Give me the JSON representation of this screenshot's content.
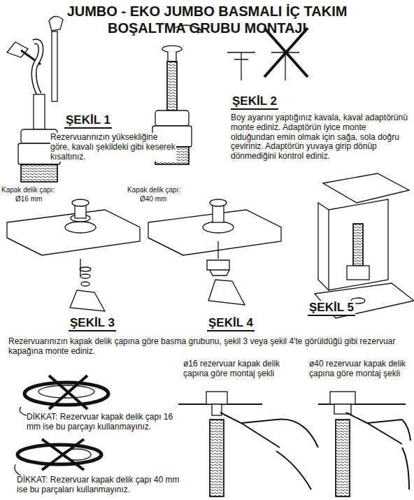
{
  "diagram": {
    "title": "JUMBO - EKO JUMBO BASMALI İÇ TAKIM BOŞALTMA GRUBU MONTAJI",
    "labels": [
      "ŞEKİL 1",
      "Rezervuarınızın yüksekliğine göre, kavalı şekildeki gibi keserek kısaltınız.",
      "ŞEKİL 2",
      "Boy ayarını yaptığınız kavala, kaval adaptörünü monte ediniz. Adaptörün iyice monte olduğundan emin olmak için sağa, sola doğru çeviriniz. Adaptörün yuvaya girip dönüp dönmediğini kontrol ediniz.",
      "Kapak delik çapı:",
      "Ø16 mm",
      "Kapak delik çapı:",
      "Ø40 mm",
      "ŞEKİL 3",
      "ŞEKİL 4",
      "ŞEKİL 5",
      "Rezervuarınızın kapak delik çapına göre basma grubunu, şekil 3 veya şekil 4'te görüldüğü gibi rezervuar kapağına monte ediniz.",
      "ø16 rezervuar kapak delik çapına göre montaj şekli",
      "ø40 rezervuar kapak delik çapına göre montaj şekli",
      "DİKKAT: Rezervuar kapak delik çapı 16 mm ise bu parçayı kullanmayınız.",
      "DİKKAT: Rezervuar kapak delik çapı 40 mm ise bu parçaları kullanmayınız."
    ]
  }
}
